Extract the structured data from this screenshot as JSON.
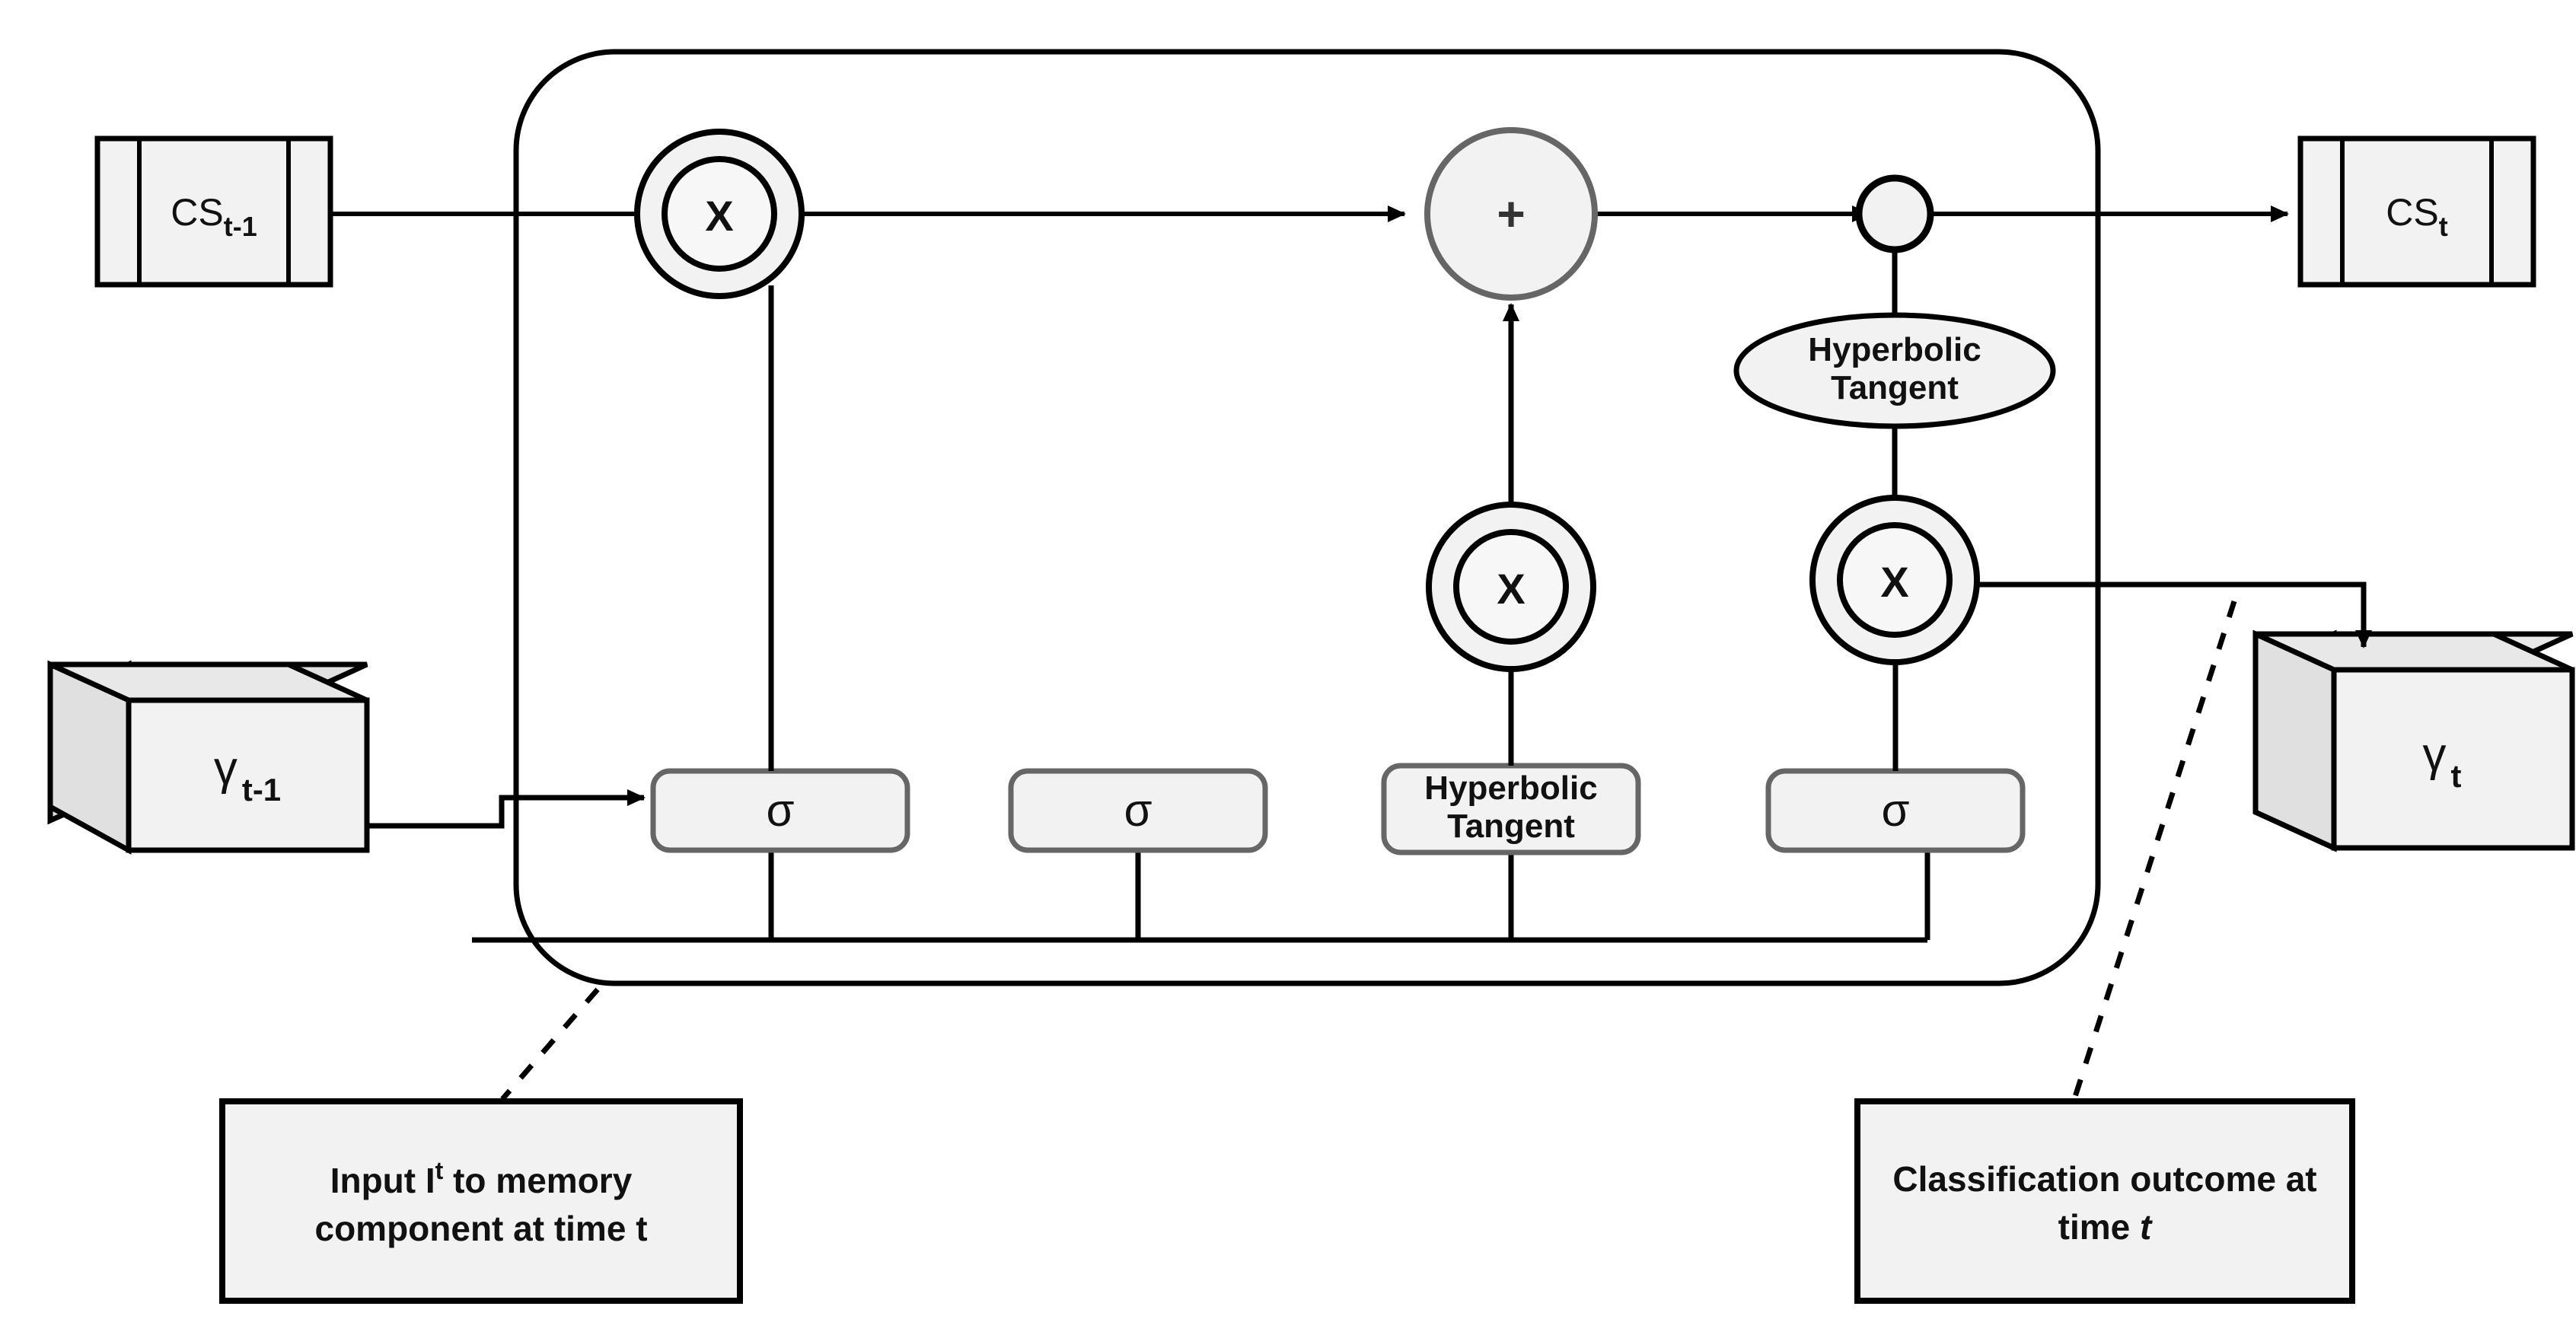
{
  "diagram": {
    "title": "LSTM memory component diagram",
    "background_color": "#ffffff",
    "fill_light": "#f2f2f2",
    "fill_shade": "#e0e0e0",
    "stroke_dark": "#000000",
    "stroke_gray": "#666666"
  },
  "inputs": {
    "cell_state_prev": {
      "label_main": "CS",
      "label_sub": "t-1",
      "shape": "process-box"
    },
    "hidden_prev": {
      "label_main": "γ",
      "label_sub": "t-1",
      "shape": "cube"
    }
  },
  "outputs": {
    "cell_state_next": {
      "label_main": "CS",
      "label_sub": "t",
      "shape": "process-box"
    },
    "hidden_next": {
      "label_main": "γ",
      "label_sub": "t",
      "shape": "cube"
    }
  },
  "operators": {
    "forget_multiply": {
      "symbol": "X",
      "name": "forget-gate-multiply"
    },
    "input_multiply": {
      "symbol": "X",
      "name": "input-gate-multiply"
    },
    "output_multiply": {
      "symbol": "X",
      "name": "output-gate-multiply"
    },
    "add": {
      "symbol": "+",
      "name": "cell-state-add"
    },
    "junction": {
      "symbol": "",
      "name": "cell-state-junction"
    }
  },
  "activations": {
    "tanh_ellipse": {
      "line1": "Hyperbolic",
      "line2": "Tangent"
    },
    "tanh_box": {
      "line1": "Hyperbolic",
      "line2": "Tangent"
    },
    "sigma_1": {
      "symbol": "σ"
    },
    "sigma_2": {
      "symbol": "σ"
    },
    "sigma_3": {
      "symbol": "σ"
    }
  },
  "annotations": {
    "input_note": {
      "line1_pre": "Input I",
      "line1_sup": "t",
      "line1_post": " to memory",
      "line2": "component at time t"
    },
    "output_note": {
      "line1": "Classification outcome at",
      "line2_pre": "time ",
      "line2_italic": "t"
    }
  }
}
